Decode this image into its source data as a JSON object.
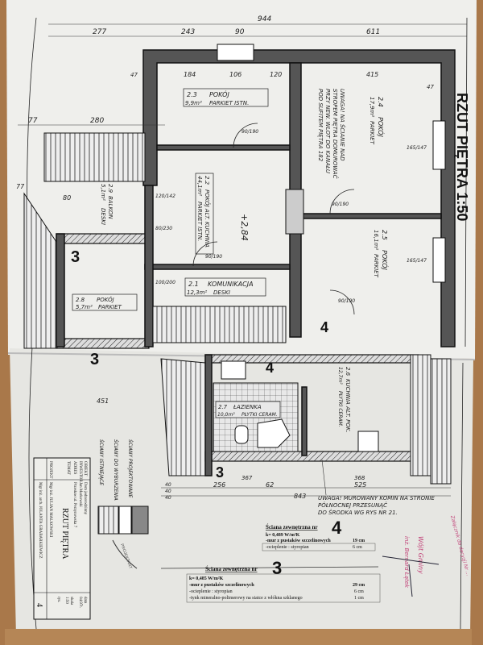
{
  "drawing": {
    "title": "RZUT PIĘTRA 1:50",
    "level_mark": "+2,84",
    "section_marks": [
      "3",
      "3",
      "3",
      "4",
      "4",
      "3"
    ],
    "dimensions": {
      "top": [
        "277",
        "243",
        "90",
        "611",
        "944"
      ],
      "top_inner": [
        "184",
        "106",
        "120",
        "415",
        "47",
        "47"
      ],
      "left": [
        "77",
        "280",
        "77",
        "80"
      ],
      "bottom": [
        "256",
        "62",
        "525",
        "843",
        "367",
        "368",
        "451",
        "40",
        "40",
        "40"
      ],
      "doors": [
        "90/190",
        "90/190",
        "90/190",
        "90/190",
        "80/230",
        "100/200",
        "120/142",
        "165/147",
        "165/147"
      ]
    },
    "rooms": [
      {
        "num": "2.1",
        "name": "KOMUNIKACJA",
        "area": "12,3m²",
        "floor": "DESKI"
      },
      {
        "num": "2.2",
        "name": "POKÓJ ALT. KUCHNIA",
        "area": "44,1m²",
        "floor": "PARKIET ISTN."
      },
      {
        "num": "2.3",
        "name": "POKÓJ",
        "area": "9,9m²",
        "floor": "PARKIET ISTN."
      },
      {
        "num": "2.4",
        "name": "POKÓJ",
        "area": "17,9m²",
        "floor": "PARKIET"
      },
      {
        "num": "2.5",
        "name": "POKÓJ",
        "area": "16,1m²",
        "floor": "PARKIET"
      },
      {
        "num": "2.6",
        "name": "KUCHNIA ALT. POK.",
        "area": "12,7m²",
        "floor": "PŁYTKI CERAM."
      },
      {
        "num": "2.7",
        "name": "ŁAZIENKA",
        "area": "10,0m²",
        "floor": "PŁYTKI CERAM."
      },
      {
        "num": "2.8",
        "name": "POKÓJ",
        "area": "5,7m²",
        "floor": "PARKIET"
      },
      {
        "num": "2.9",
        "name": "BALKON",
        "area": "5,1m²",
        "floor": "DESKI"
      }
    ],
    "notes": [
      "UWAGA! NA ŚCIANIE NAD STROPEM PIĘTRA DOMUROWAĆ PRZY NEW. WLOT DO KANAŁU POD SUFITEM PIĘTRA 182",
      "UWAGA! MUROWANY KOMIN NA STRONIE PÓŁNOCNEJ PRZESUNĄĆ",
      "DO ŚRODKA WG RYS NR 21."
    ]
  },
  "legend": {
    "items": [
      "ŚCIANY ISTNIEJĄCE",
      "ŚCIANY DO WYBURZENIA",
      "ŚCIANY PROJEKTOWANE"
    ]
  },
  "wall_specs": [
    {
      "heading": "Ściana zewnętrzna nr",
      "number": "4",
      "k": "k= 0,489 W/m²K",
      "layers": [
        {
          "name": "-mur z pustaków szczelinowych",
          "thickness": "19 cm"
        },
        {
          "name": "-ocieplenie : styropian",
          "thickness": "6 cm"
        }
      ]
    },
    {
      "heading": "Ściana zewnętrzna nr",
      "number": "3",
      "k": "k= 0,485 W/m²K",
      "layers": [
        {
          "name": "-mur z pustaków szczelinowych",
          "thickness": "29 cm"
        },
        {
          "name": "-ocieplenie : styropian",
          "thickness": "6 cm"
        },
        {
          "name": "-tynk mineralno-polimerowy na siatce z włókna szklanego",
          "thickness": "1 cm"
        }
      ]
    }
  ],
  "title_block": {
    "rows": [
      {
        "label": "OBIEKT",
        "value": "Dom jednorodzinny"
      },
      {
        "label": "INWESTOR",
        "value": "Jan Markowski"
      },
      {
        "label": "ADRES",
        "value": "Przesław ul. Perzynowska 7"
      },
      {
        "label": "TEMAT",
        "value": "RZUT PIĘTRA"
      },
      {
        "label": "PROJEKT",
        "value": "Mgr inż. JULIAN MAŁKOWSKI"
      },
      {
        "label": "",
        "value": "Mgr inż. arch. JOLANTA GRABARKIEWICZ"
      }
    ],
    "date_label": "data",
    "date": "04.97r.",
    "scale_label": "skala",
    "scale": "1:50",
    "sheet_label": "rys.",
    "sheet": "4"
  },
  "stamps": {
    "designer": "PROJEKTANT",
    "mayor_title": "Wójt Gminy",
    "mayor_name": "inż. Bernard Łątek",
    "attachment": "Załącznik do decyzji Nr ..."
  }
}
